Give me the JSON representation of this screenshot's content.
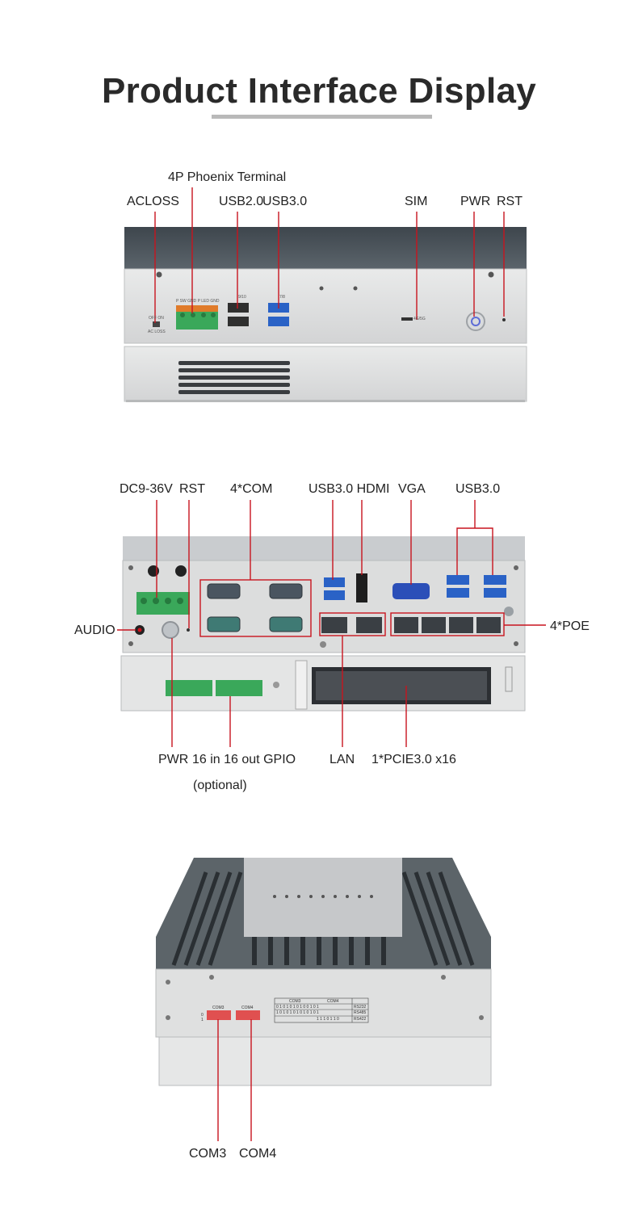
{
  "title": "Product Interface Display",
  "colors": {
    "leader": "#c8141e",
    "chassis": "#dcdddd",
    "chassis_dark": "#4a5259",
    "port_blue": "#2a62c6",
    "terminal_green": "#3aa85a",
    "terminal_orange": "#e07b2a"
  },
  "panel1": {
    "labels": {
      "phoenix": "4P Phoenix Terminal",
      "acloss": "ACLOSS",
      "usb2": "USB2.0",
      "usb3": "USB3.0",
      "sim": "SIM",
      "pwr": "PWR",
      "rst": "RST"
    },
    "silkscreen": {
      "switch_on": "OFF ON",
      "switch_name": "AC LOSS",
      "terminal": "P SW GND P LED GND",
      "usb2_ports": "9/10",
      "usb3_ports": "7/8",
      "sim_slot": "4G/5G"
    }
  },
  "panel2": {
    "labels": {
      "dc": "DC9-36V",
      "rst": "RST",
      "com": "4*COM",
      "usb3_hdmi": "USB3.0 HDMI",
      "vga": "VGA",
      "usb3": "USB3.0",
      "audio": "AUDIO",
      "poe": "4*POE",
      "pwr": "PWR",
      "gpio": "16 in 16 out GPIO",
      "optional": "(optional)",
      "lan": "LAN",
      "pcie": "1*PCIE3.0 x16"
    }
  },
  "panel3": {
    "labels": {
      "com3": "COM3",
      "com4": "COM4"
    },
    "dip_table": {
      "headers": [
        "COM3",
        "COM4"
      ],
      "rows": [
        {
          "bits": "0 1 0 1 0 1 0 1 0 0 1 0 1",
          "mode": "RS232"
        },
        {
          "bits": "1 0 1 0 1 0 1 0 1 0 1 0 1",
          "mode": "RS485"
        },
        {
          "bits": "1 1 1 0 1 1 0",
          "mode": "RS422"
        }
      ]
    },
    "dip_silk": {
      "com3": "COM3",
      "com4": "COM4",
      "row0": "0",
      "row1": "1"
    }
  }
}
